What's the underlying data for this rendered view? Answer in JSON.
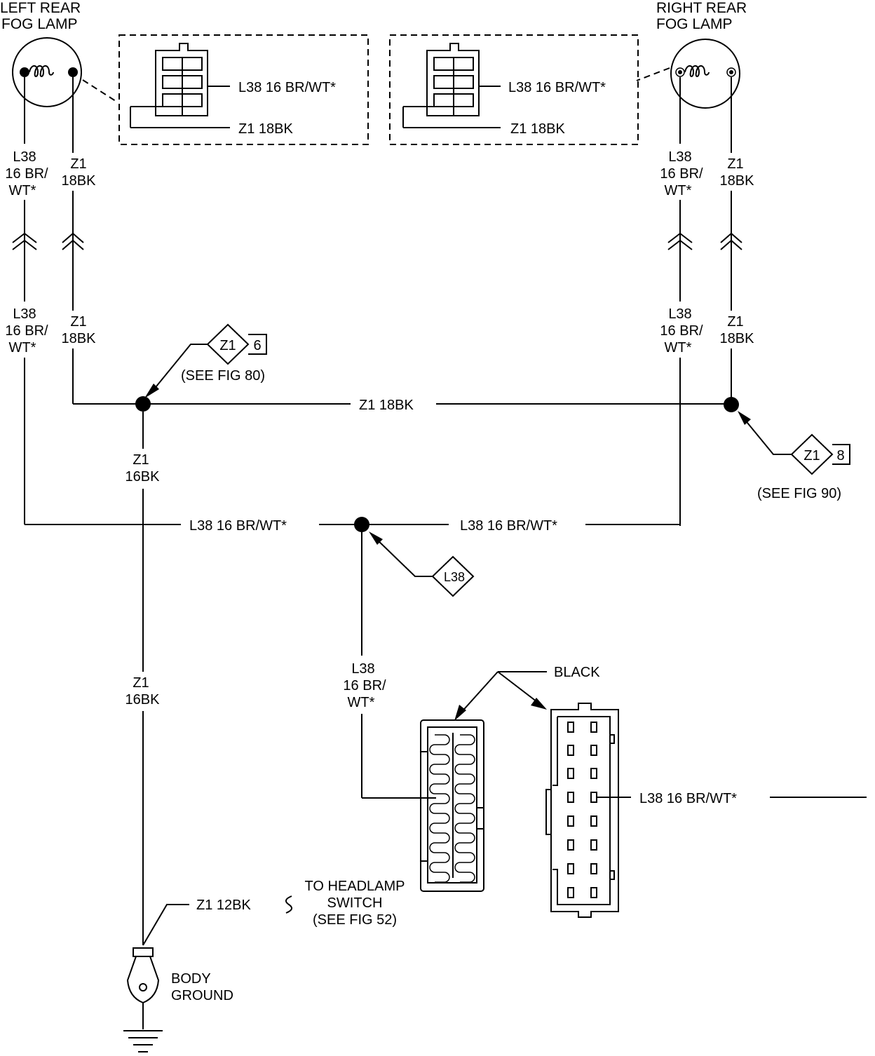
{
  "labels": {
    "left_lamp_l1": "LEFT REAR",
    "left_lamp_l2": "FOG LAMP",
    "right_lamp_l1": "RIGHT REAR",
    "right_lamp_l2": "FOG LAMP",
    "conn_l38": "L38 16 BR/WT*",
    "conn_z1": "Z1 18BK",
    "l38": "L38",
    "br16": "16 BR/",
    "wt": "WT*",
    "z1": "Z1",
    "bk18": "18BK",
    "bk16": "16BK",
    "z1_18bk": "Z1 18BK",
    "l38_16_br_wt": "L38 16 BR/WT*",
    "splice_z1": "Z1",
    "splice_6": "6",
    "splice_8": "8",
    "see_fig_80": "(SEE FIG 80)",
    "see_fig_90": "(SEE FIG 90)",
    "splice_l38": "L38",
    "black": "BLACK",
    "z1_12bk": "Z1 12BK",
    "to_headlamp_l1": "TO HEADLAMP",
    "to_headlamp_l2": "SWITCH",
    "see_fig_52": "(SEE FIG 52)",
    "body_ground_l1": "BODY",
    "body_ground_l2": "GROUND"
  }
}
